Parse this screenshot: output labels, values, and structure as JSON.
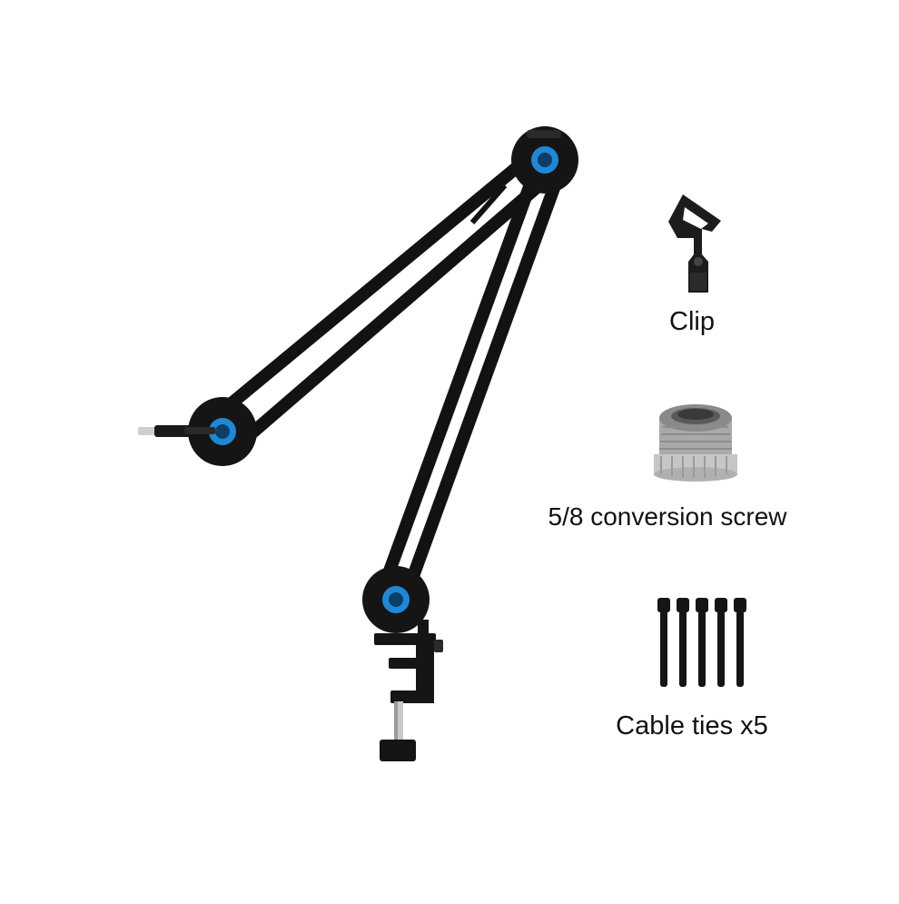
{
  "accessories": {
    "clip_label": "Clip",
    "screw_label": "5/8 conversion screw",
    "ties_label": "Cable ties x5"
  },
  "colors": {
    "arm": "#121212",
    "joint_accent": "#1e88d6",
    "metal": "#b9b9b9",
    "background": "#ffffff"
  },
  "icons": {
    "boom_arm": "boom-arm-icon",
    "clip": "mic-clip-icon",
    "screw": "conversion-screw-icon",
    "ties": "cable-ties-icon"
  }
}
